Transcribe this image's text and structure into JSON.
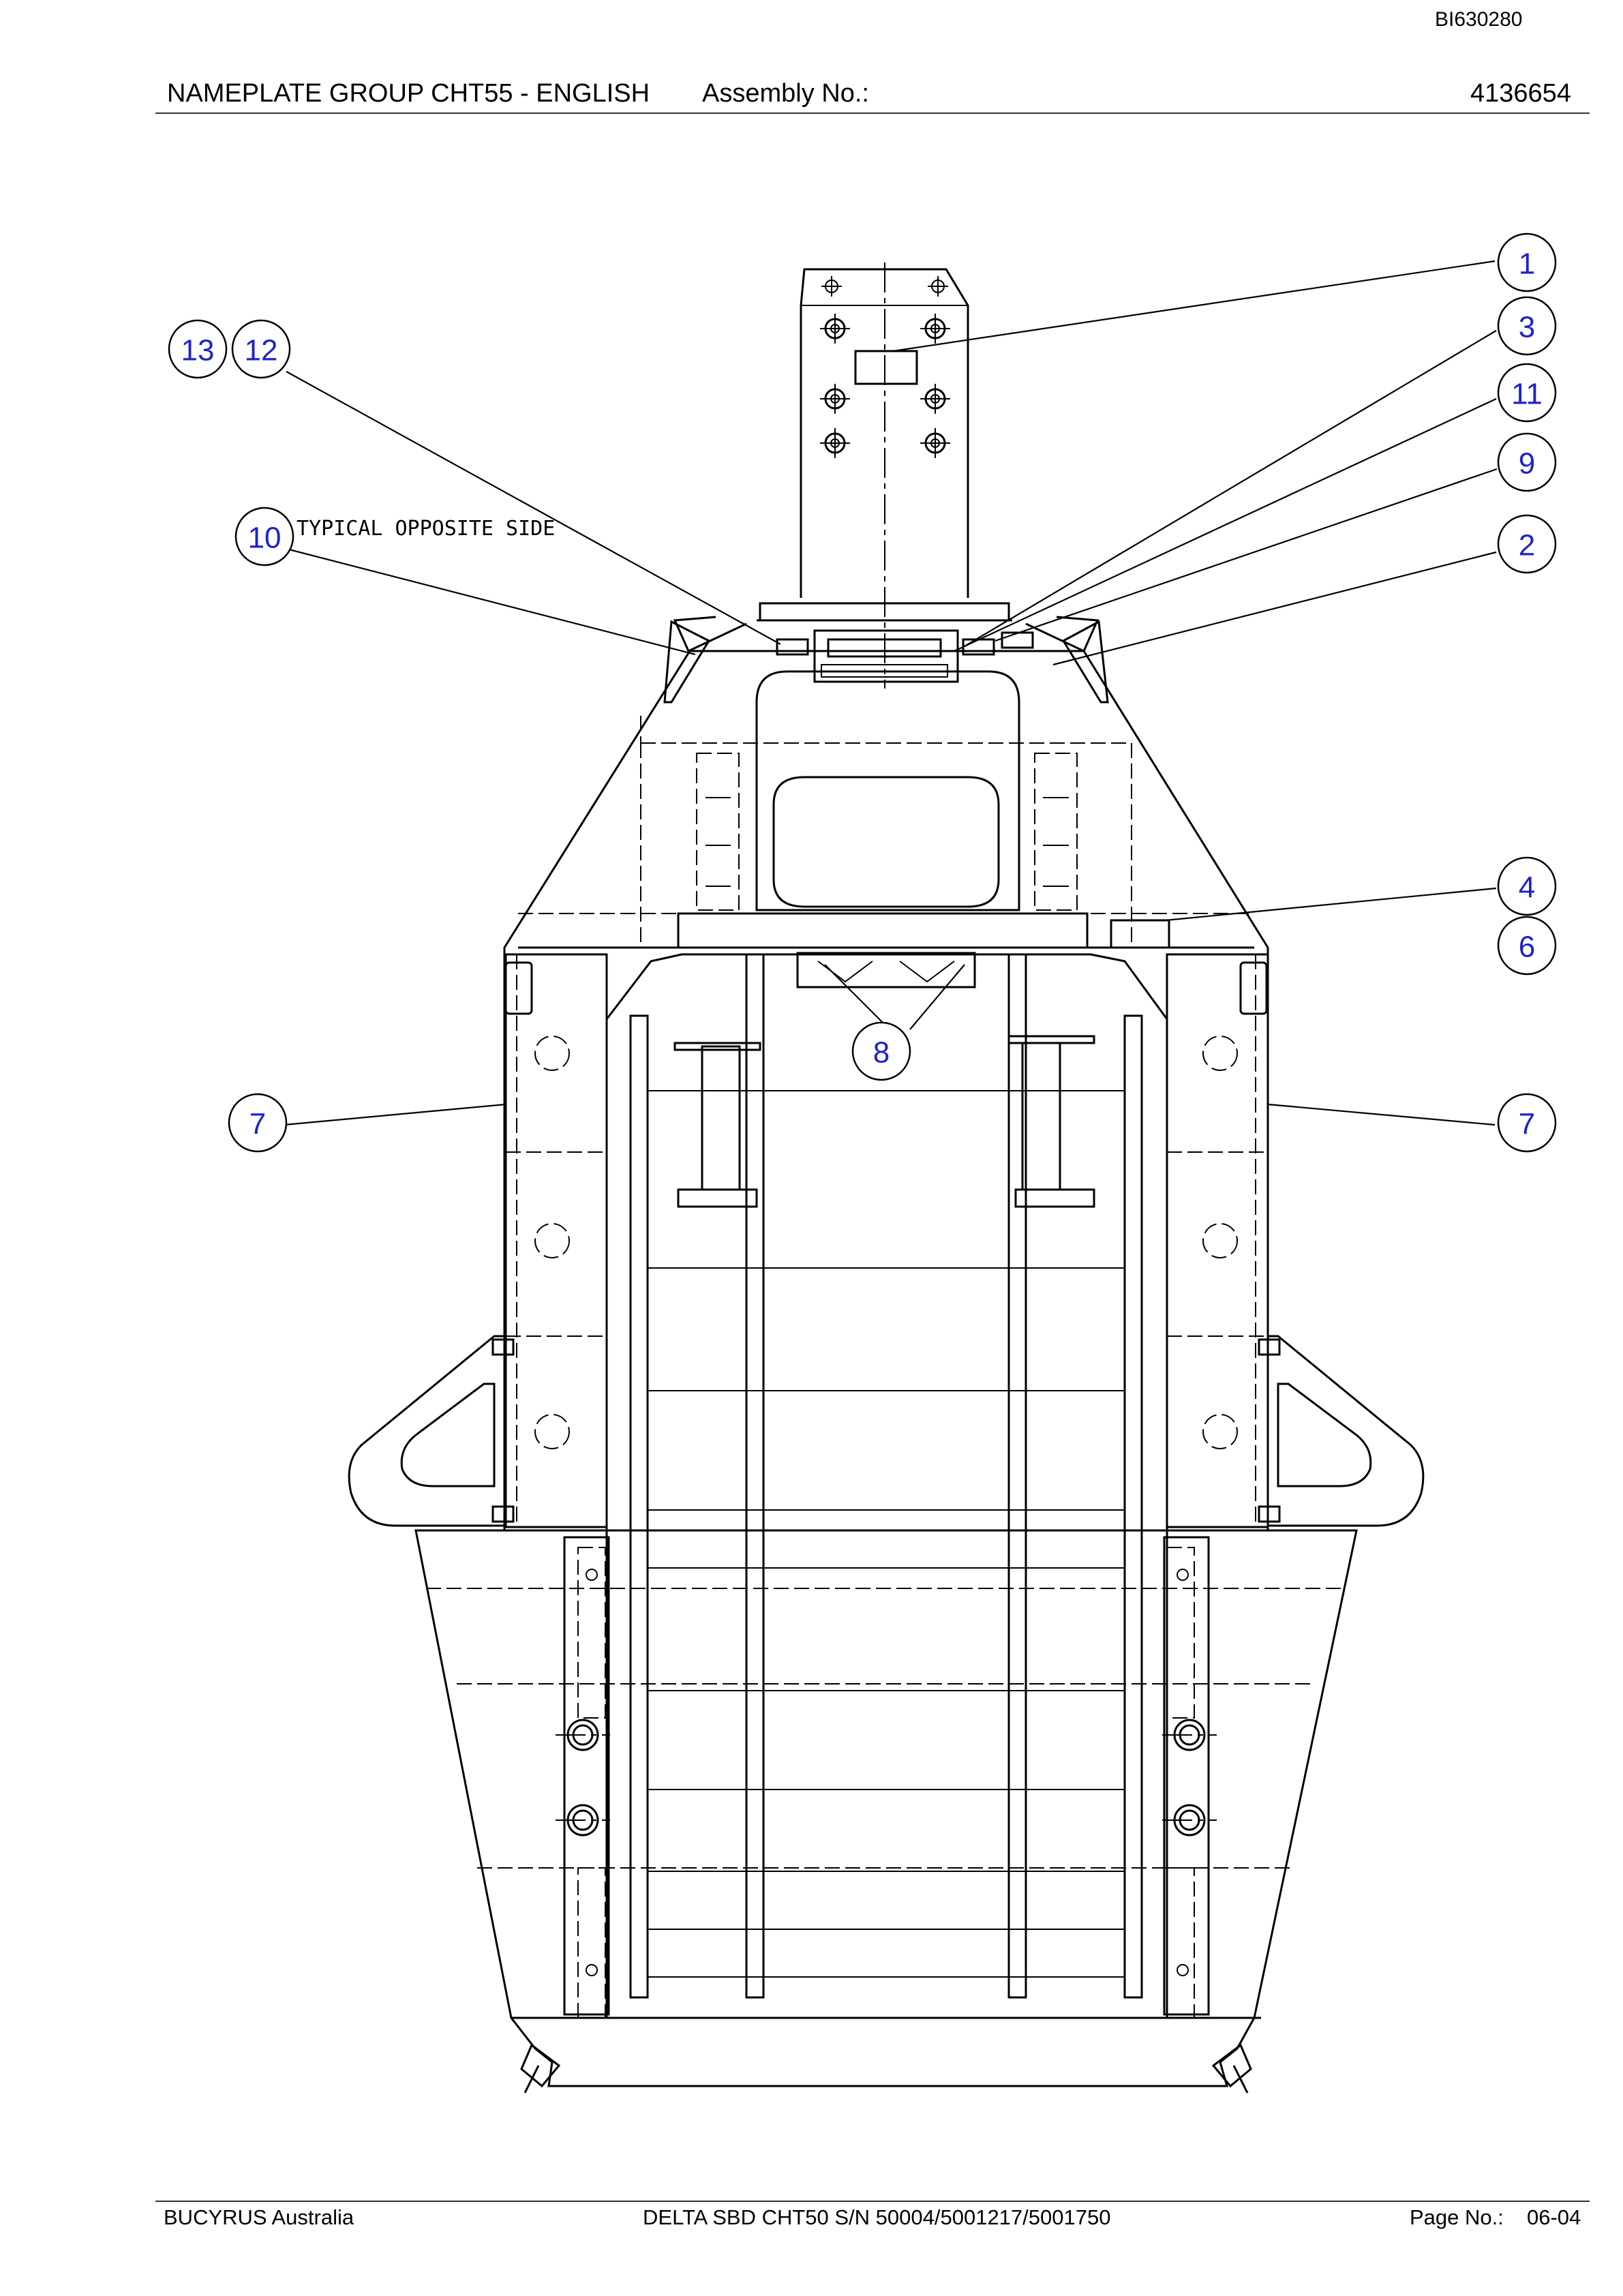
{
  "header": {
    "doc_ref": "BI630280",
    "title": "NAMEPLATE GROUP CHT55 - ENGLISH",
    "assembly_label": "Assembly No.:",
    "assembly_number": "4136654"
  },
  "footer": {
    "company": "BUCYRUS Australia",
    "machine": "DELTA SBD CHT50 S/N 50004/5001217/5001750",
    "page_label": "Page No.:",
    "page_number": "06-04"
  },
  "drawing": {
    "note": "TYPICAL OPPOSITE SIDE",
    "callouts": {
      "b1": "1",
      "b2": "2",
      "b3": "3",
      "b4": "4",
      "b6": "6",
      "b7_left": "7",
      "b7_right": "7",
      "b8": "8",
      "b9": "9",
      "b10": "10",
      "b11": "11",
      "b12": "12",
      "b13": "13"
    }
  }
}
